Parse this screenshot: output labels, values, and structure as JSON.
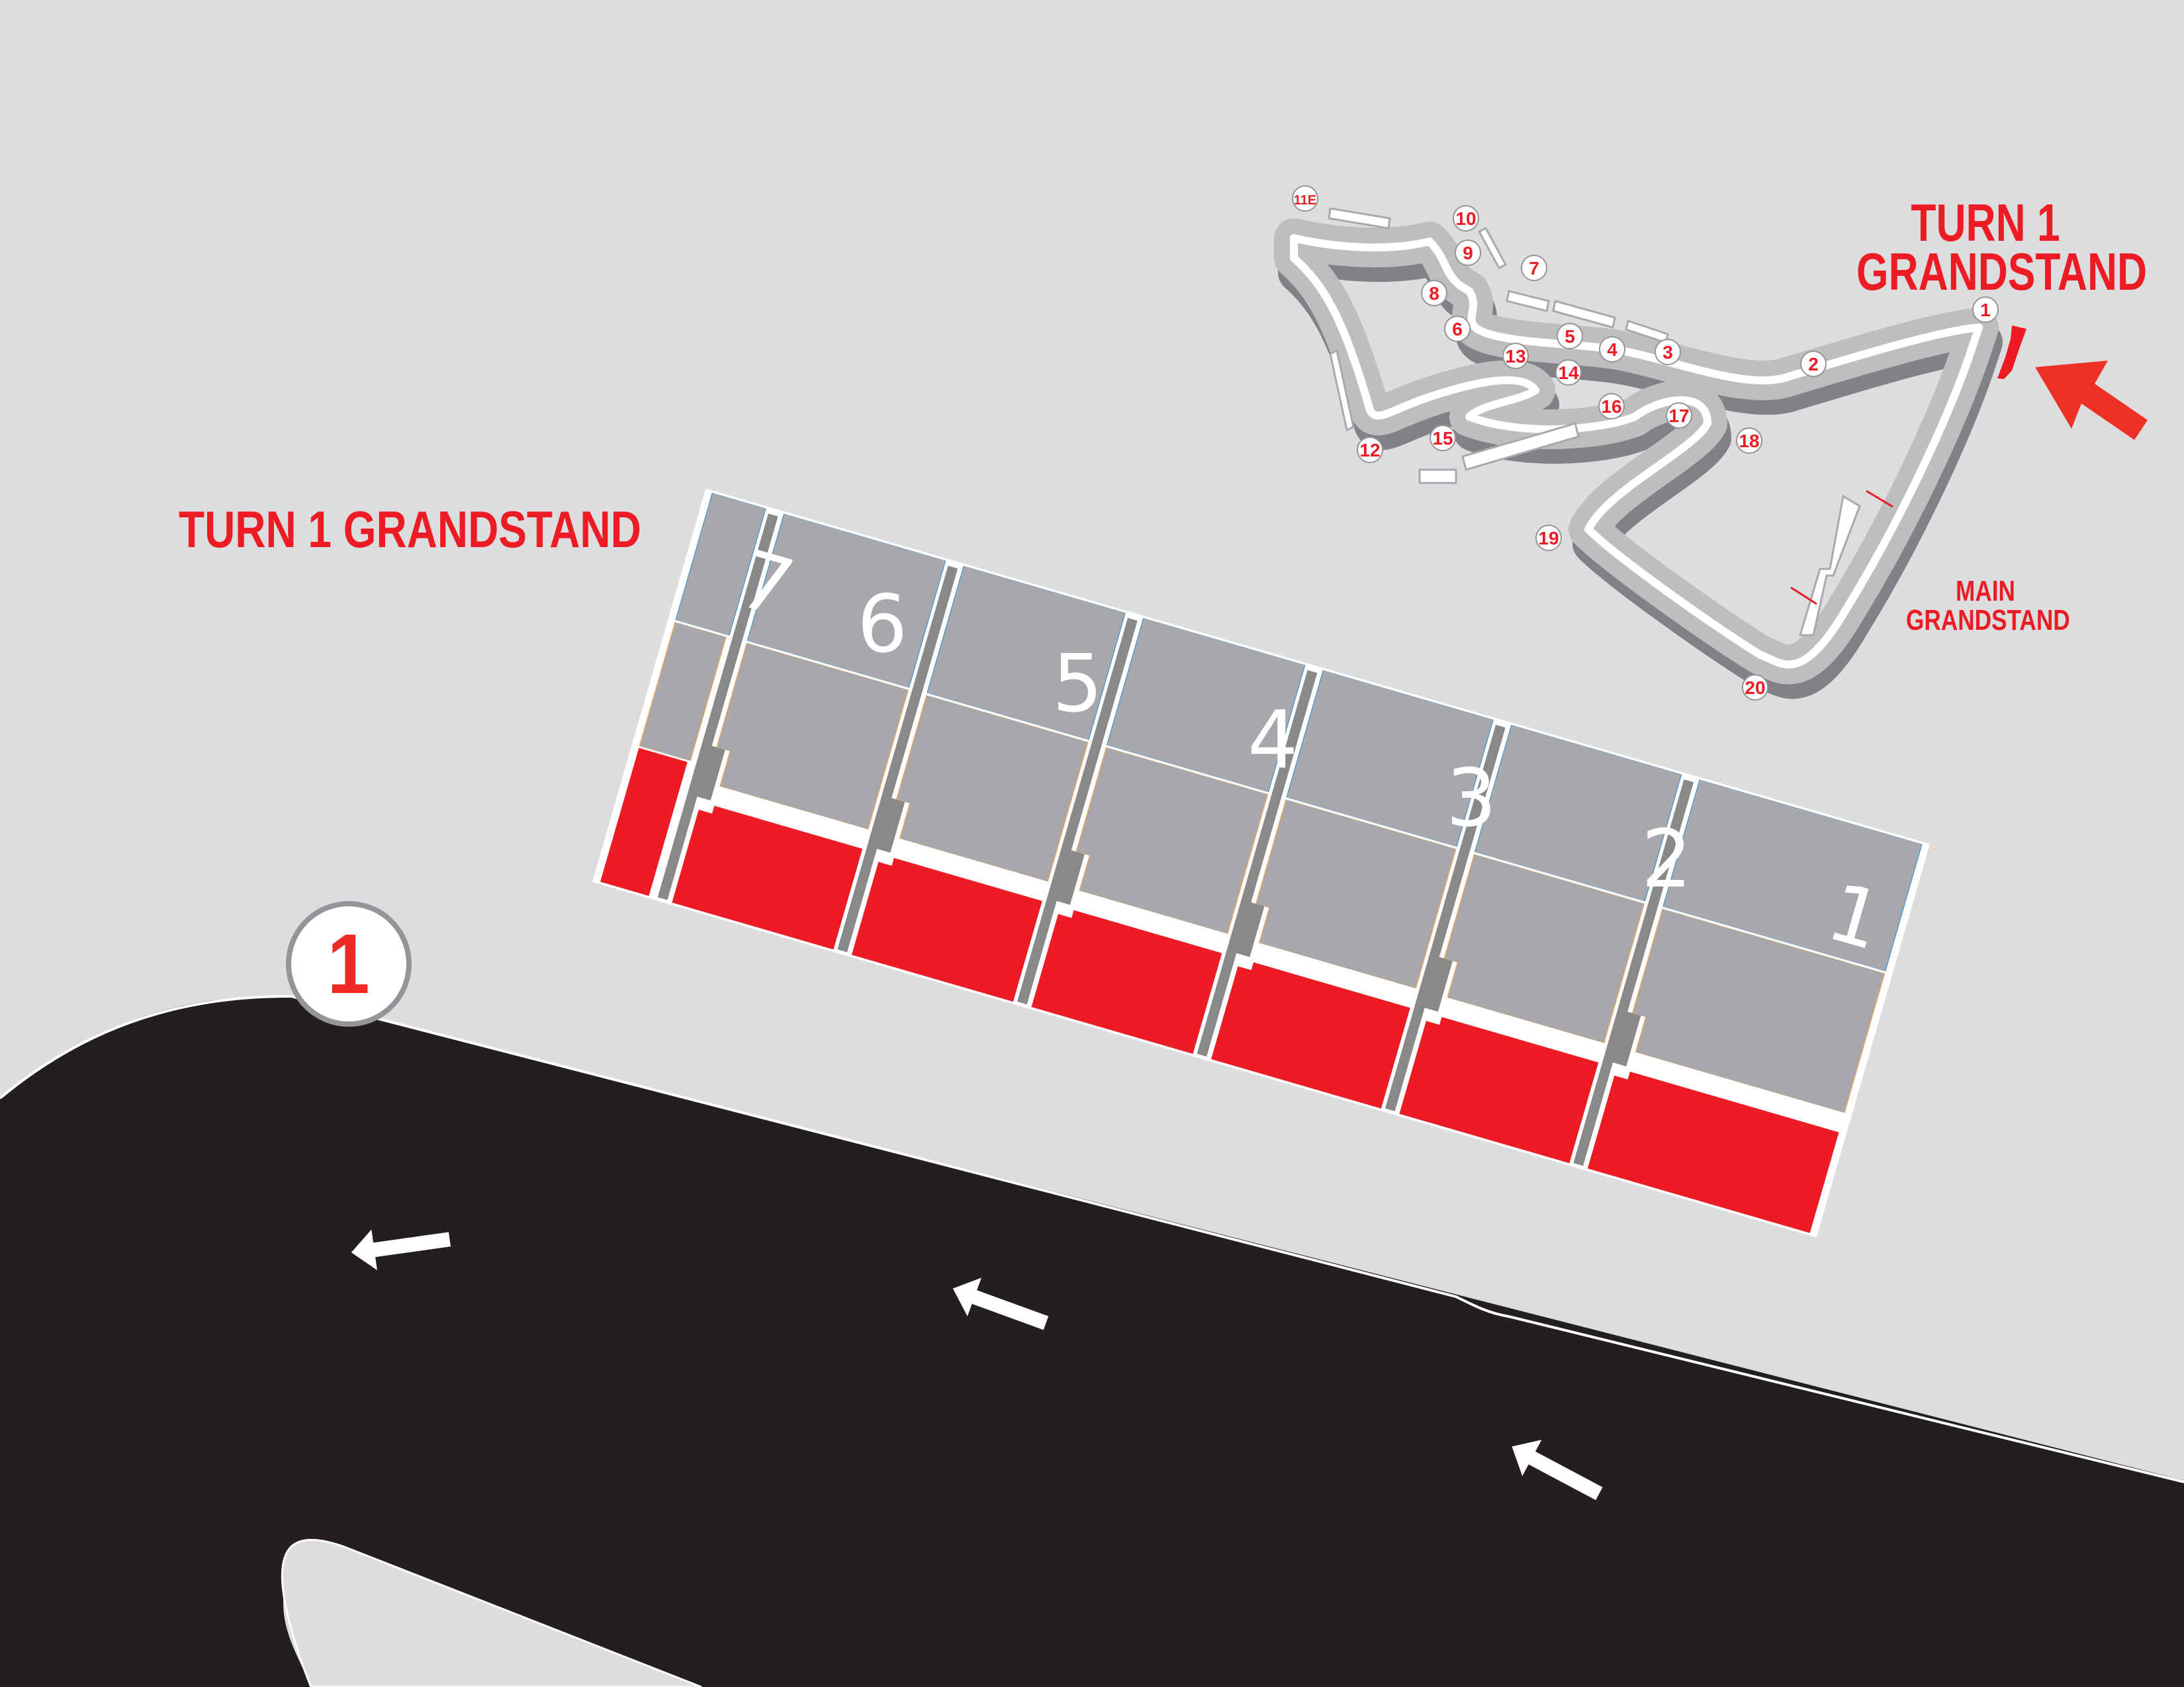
{
  "titles": {
    "main": "TURN 1 GRANDSTAND",
    "minimap_line1": "TURN 1",
    "minimap_line2": "GRANDSTAND",
    "main_grandstand_line1": "MAIN",
    "main_grandstand_line2": "GRANDSTAND"
  },
  "turn_badge": {
    "label": "1"
  },
  "grandstand": {
    "sections": [
      {
        "id": "7",
        "label": "7"
      },
      {
        "id": "6",
        "label": "6"
      },
      {
        "id": "5",
        "label": "5"
      },
      {
        "id": "4",
        "label": "4"
      },
      {
        "id": "3",
        "label": "3"
      },
      {
        "id": "2",
        "label": "2"
      },
      {
        "id": "1",
        "label": "1"
      }
    ]
  },
  "track_direction_arrows": 3,
  "minimap": {
    "turns": [
      "1",
      "2",
      "3",
      "4",
      "5",
      "6",
      "7",
      "8",
      "9",
      "10",
      "11E",
      "12",
      "13",
      "14",
      "15",
      "16",
      "17",
      "18",
      "19",
      "20"
    ]
  },
  "colors": {
    "background": "#dcdddf",
    "track": "#231f20",
    "accent_red": "#ed1c24",
    "section_grey": "#a7a8ac",
    "aisle_grey": "#8a8889",
    "badge_border": "#939598"
  }
}
